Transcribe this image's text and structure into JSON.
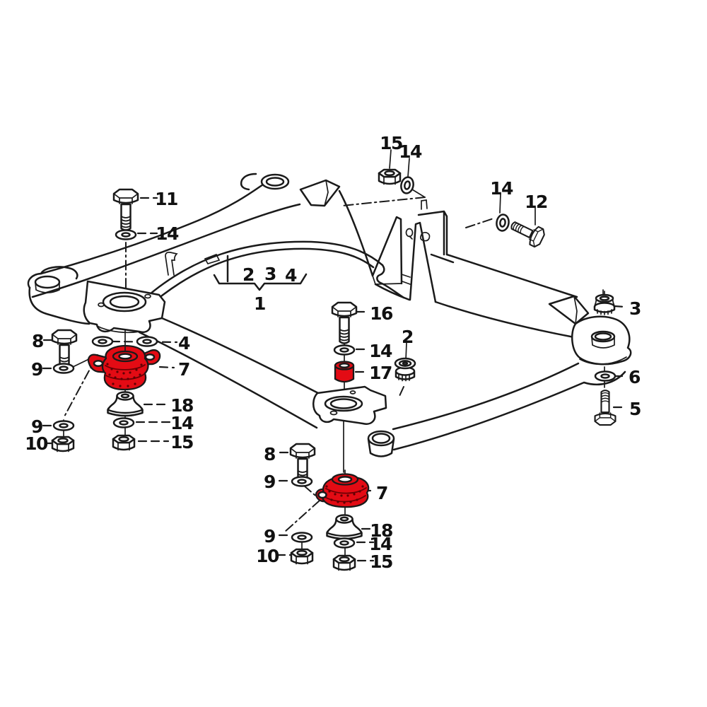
{
  "diagram": {
    "type": "exploded-parts-diagram",
    "subject": "vehicle subframe (crossmember) with mounting hardware",
    "colors": {
      "background": "#ffffff",
      "line": "#1a1a1a",
      "highlight": "#e30b14"
    },
    "callouts": [
      {
        "text": "11",
        "part": "hex-bolt"
      },
      {
        "text": "14",
        "part": "washer"
      },
      {
        "text": "15",
        "part": "hex-nut"
      },
      {
        "text": "14",
        "part": "washer"
      },
      {
        "text": "14",
        "part": "washer"
      },
      {
        "text": "12",
        "part": "hex-bolt"
      },
      {
        "text": "2",
        "part": "group-ref"
      },
      {
        "text": "3",
        "part": "group-ref"
      },
      {
        "text": "4",
        "part": "group-ref"
      },
      {
        "text": "1",
        "part": "subframe"
      },
      {
        "text": "3",
        "part": "bonded-bushing"
      },
      {
        "text": "16",
        "part": "hex-bolt"
      },
      {
        "text": "14",
        "part": "washer"
      },
      {
        "text": "17",
        "part": "spacer-sleeve-highlighted"
      },
      {
        "text": "2",
        "part": "washer-bushing-stack"
      },
      {
        "text": "6",
        "part": "washer"
      },
      {
        "text": "5",
        "part": "hex-bolt"
      },
      {
        "text": "8",
        "part": "hex-bolt"
      },
      {
        "text": "9",
        "part": "washer"
      },
      {
        "text": "4",
        "part": "washer-pair"
      },
      {
        "text": "7",
        "part": "subframe-mount-highlighted"
      },
      {
        "text": "18",
        "part": "rubber-buffer"
      },
      {
        "text": "14",
        "part": "washer"
      },
      {
        "text": "15",
        "part": "hex-nut"
      },
      {
        "text": "9",
        "part": "washer"
      },
      {
        "text": "10",
        "part": "hex-nut"
      },
      {
        "text": "8",
        "part": "hex-bolt"
      },
      {
        "text": "9",
        "part": "washer"
      },
      {
        "text": "7",
        "part": "subframe-mount-highlighted"
      },
      {
        "text": "18",
        "part": "rubber-buffer"
      },
      {
        "text": "14",
        "part": "washer"
      },
      {
        "text": "15",
        "part": "hex-nut"
      },
      {
        "text": "9",
        "part": "washer"
      },
      {
        "text": "10",
        "part": "hex-nut"
      }
    ]
  }
}
